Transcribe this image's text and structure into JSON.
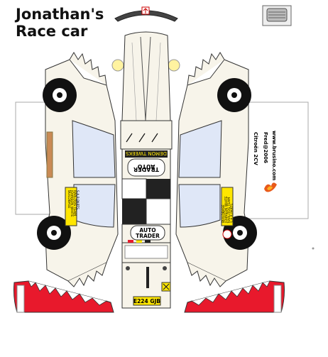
{
  "title": {
    "line1": "Jonathan's",
    "line2": "Race car"
  },
  "sponsor": {
    "demon_tweeks": "DEMON TWEEKS",
    "auto_trader_line1": "AUTO",
    "auto_trader_line2": "TRADER",
    "auto_trader_rear_line1": "AUTO",
    "auto_trader_rear_line2": "TRADER"
  },
  "plate": "E224 GJB",
  "side_text": {
    "model": "Citroën 2CV",
    "credit": "Fred@2006",
    "site": "www.brusino.com"
  },
  "side_stickers": {
    "left": [
      "BUILDBASE",
      "JOHNSON WHITE",
      "KARLITOS TEAM",
      "S.A.R.PARTS"
    ],
    "right": [
      "BUILDBASE",
      "JOHNSON WHITE",
      "KARLITOS TEAM",
      "S.A.R.PARTS"
    ]
  },
  "colors": {
    "body": "#f7f4ea",
    "outline": "#333333",
    "mudflap": "#e8192c",
    "tire": "#111111",
    "sticker": "#ffe600",
    "lamp": "#fff3a0"
  },
  "icons": [
    "grille-icon",
    "roof-vent-icon",
    "flame-icon",
    "hazard-icon"
  ]
}
